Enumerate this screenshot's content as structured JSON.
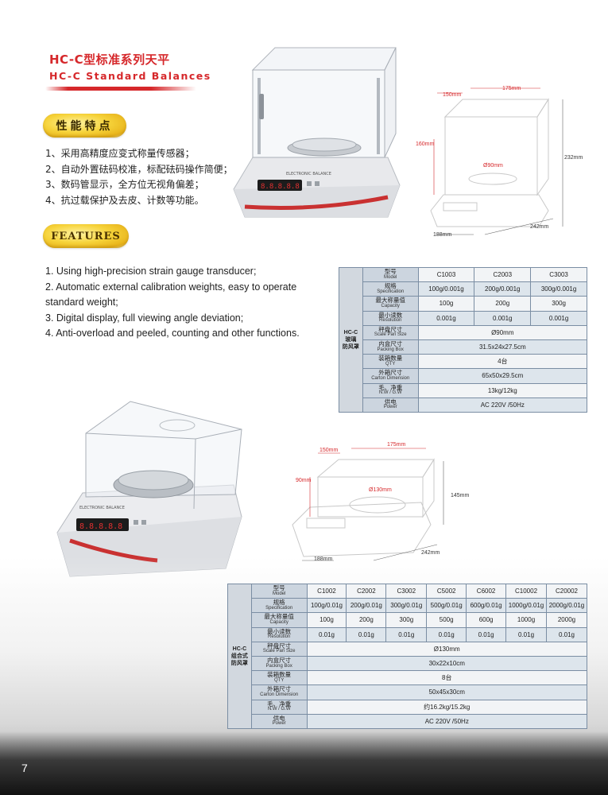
{
  "header": {
    "title_cn": "HC-C型标准系列天平",
    "title_en": "HC-C Standard Balances"
  },
  "features_cn": {
    "heading": "性能特点",
    "items": [
      "1、采用高精度应变式称量传感器；",
      "2、自动外置砝码校准，标配砝码操作简便；",
      "3、数码管显示，全方位无视角偏差；",
      "4、抗过载保护及去皮、计数等功能。"
    ]
  },
  "features_en": {
    "heading": "FEATURES",
    "items": [
      "1. Using high-precision strain gauge transducer;",
      "2. Automatic external calibration weights, easy to operate standard weight;",
      "3. Digital display, full viewing angle deviation;",
      "4. Anti-overload and peeled, counting and other functions."
    ]
  },
  "diagram1": {
    "depth": "150mm",
    "width_top": "175mm",
    "height_inner": "160mm",
    "pan": "Ø90mm",
    "height_total": "232mm",
    "width_bottom": "188mm",
    "depth_bottom": "242mm",
    "display_text": "ELECTRONIC BALANCE"
  },
  "diagram2": {
    "depth": "150mm",
    "width_top": "175mm",
    "height_inner": "90mm",
    "pan": "Ø130mm",
    "height_total": "145mm",
    "width_bottom": "188mm",
    "depth_bottom": "242mm",
    "display_text": "ELECTRONIC BALANCE"
  },
  "table1": {
    "side_label": [
      "HC-C",
      "玻璃",
      "防风罩"
    ],
    "rows": [
      {
        "cn": "型号",
        "en": "Model",
        "values": [
          "C1003",
          "C2003",
          "C3003"
        ],
        "merged": false
      },
      {
        "cn": "规格",
        "en": "Specification",
        "values": [
          "100g/0.001g",
          "200g/0.001g",
          "300g/0.001g"
        ],
        "merged": false
      },
      {
        "cn": "最大称量值",
        "en": "Capacity",
        "values": [
          "100g",
          "200g",
          "300g"
        ],
        "merged": false
      },
      {
        "cn": "最小读数",
        "en": "Resolution",
        "values": [
          "0.001g",
          "0.001g",
          "0.001g"
        ],
        "merged": false
      },
      {
        "cn": "秤盘尺寸",
        "en": "Scale Pan Size",
        "values": [
          "Ø90mm"
        ],
        "merged": true
      },
      {
        "cn": "内盒尺寸",
        "en": "Packing Box",
        "values": [
          "31.5x24x27.5cm"
        ],
        "merged": true
      },
      {
        "cn": "装箱数量",
        "en": "QTY",
        "values": [
          "4台"
        ],
        "merged": true
      },
      {
        "cn": "外箱尺寸",
        "en": "Carton Dimension",
        "values": [
          "65x50x29.5cm"
        ],
        "merged": true
      },
      {
        "cn": "毛、净重",
        "en": "N.W / G.W",
        "values": [
          "13kg/12kg"
        ],
        "merged": true
      },
      {
        "cn": "供电",
        "en": "Power",
        "values": [
          "AC 220V /50Hz"
        ],
        "merged": true
      }
    ]
  },
  "table2": {
    "side_label": [
      "HC-C",
      "组合式",
      "防风罩"
    ],
    "rows": [
      {
        "cn": "型号",
        "en": "Model",
        "values": [
          "C1002",
          "C2002",
          "C3002",
          "C5002",
          "C6002",
          "C10002",
          "C20002"
        ],
        "merged": false
      },
      {
        "cn": "规格",
        "en": "Specification",
        "values": [
          "100g/0.01g",
          "200g/0.01g",
          "300g/0.01g",
          "500g/0.01g",
          "600g/0.01g",
          "1000g/0.01g",
          "2000g/0.01g"
        ],
        "merged": false
      },
      {
        "cn": "最大称量值",
        "en": "Capacity",
        "values": [
          "100g",
          "200g",
          "300g",
          "500g",
          "600g",
          "1000g",
          "2000g"
        ],
        "merged": false
      },
      {
        "cn": "最小读数",
        "en": "Resolution",
        "values": [
          "0.01g",
          "0.01g",
          "0.01g",
          "0.01g",
          "0.01g",
          "0.01g",
          "0.01g"
        ],
        "merged": false
      },
      {
        "cn": "秤盘尺寸",
        "en": "Scale Pan Size",
        "values": [
          "Ø130mm"
        ],
        "merged": true
      },
      {
        "cn": "内盒尺寸",
        "en": "Packing Box",
        "values": [
          "30x22x10cm"
        ],
        "merged": true
      },
      {
        "cn": "装箱数量",
        "en": "QTY",
        "values": [
          "8台"
        ],
        "merged": true
      },
      {
        "cn": "外箱尺寸",
        "en": "Carton Dimension",
        "values": [
          "50x45x30cm"
        ],
        "merged": true
      },
      {
        "cn": "毛、净重",
        "en": "N.W / G.W",
        "values": [
          "约16.2kg/15.2kg"
        ],
        "merged": true
      },
      {
        "cn": "供电",
        "en": "Power",
        "values": [
          "AC 220V /50Hz"
        ],
        "merged": true
      }
    ]
  },
  "footer": {
    "page_number": "7"
  }
}
